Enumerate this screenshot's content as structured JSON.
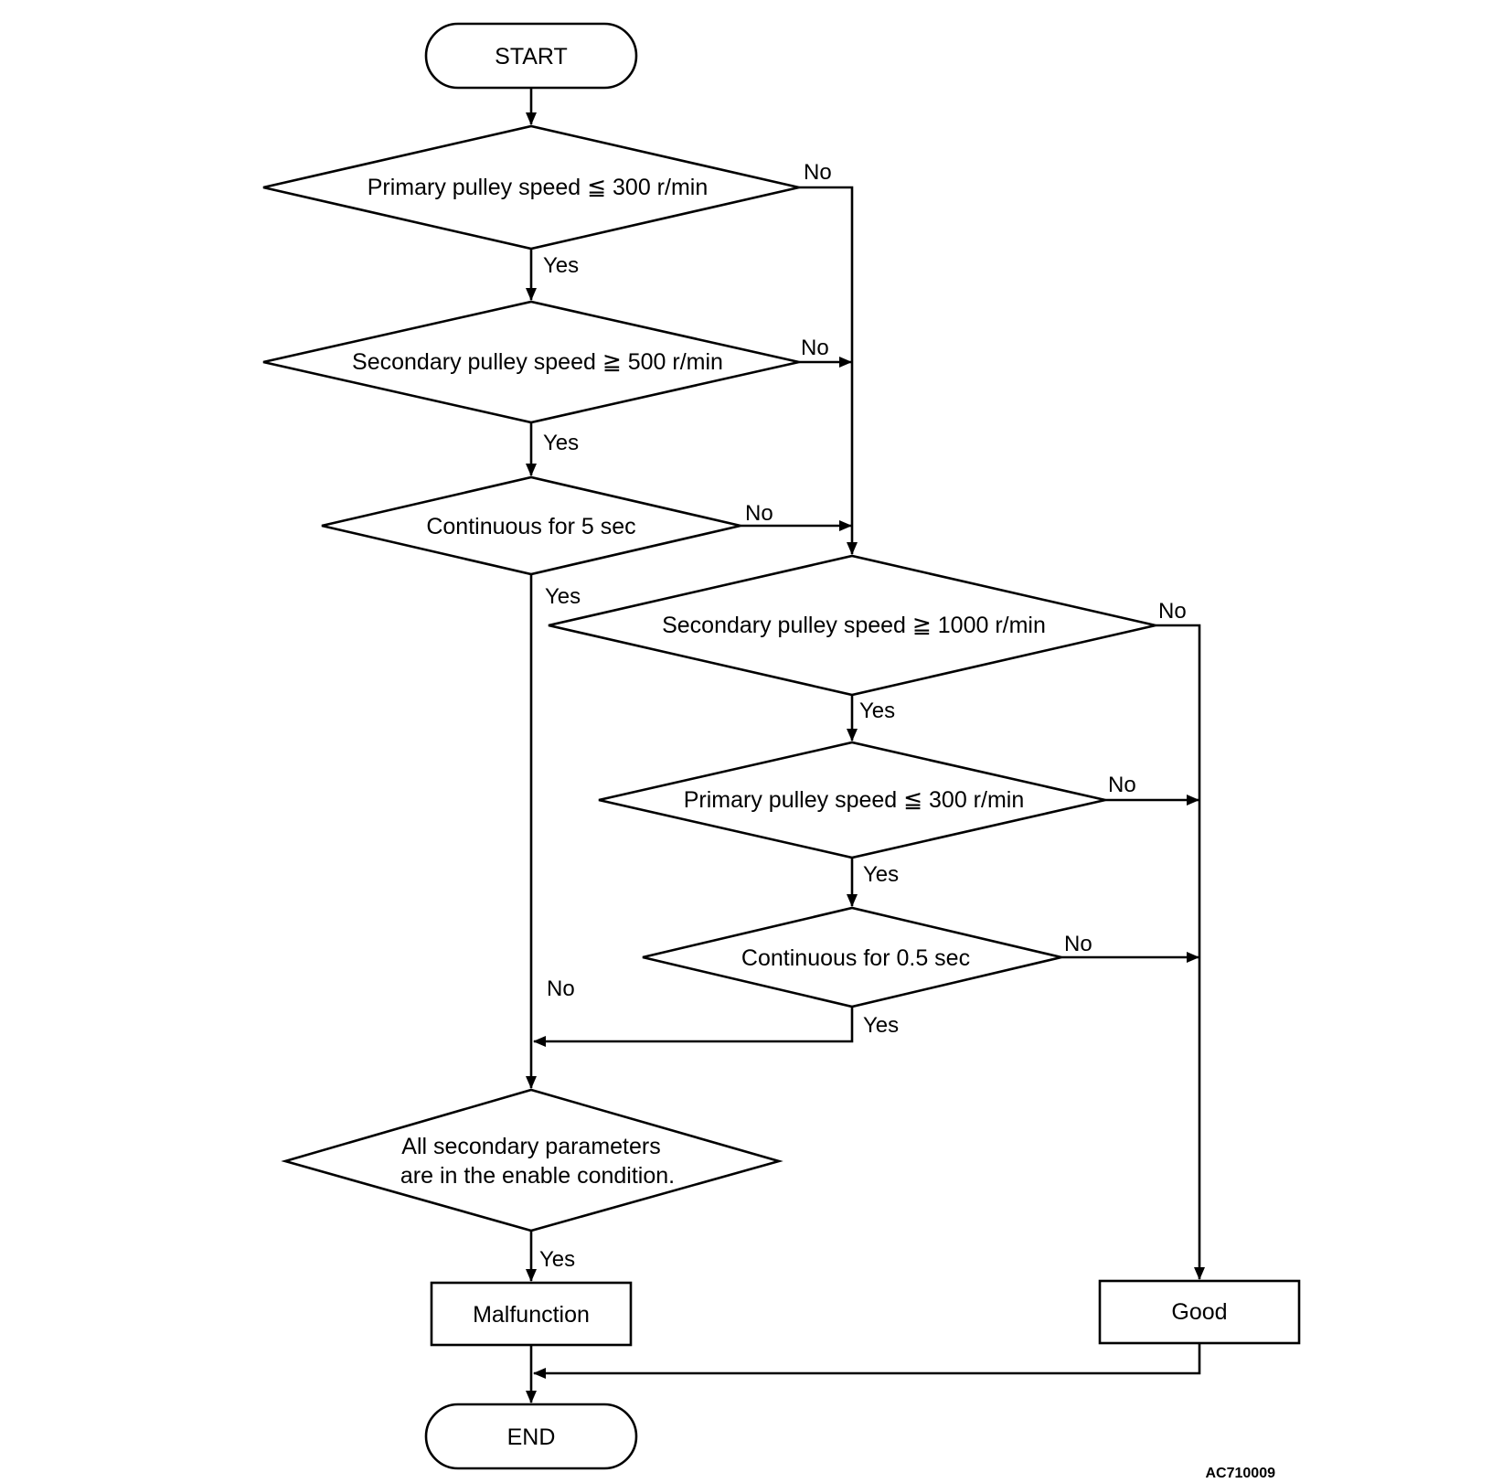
{
  "nodes": {
    "start": "START",
    "d1": "Primary pulley speed ≦ 300 r/min",
    "d2": "Secondary pulley speed ≧ 500 r/min",
    "d3": "Continuous for 5 sec",
    "d4": "Secondary pulley speed ≧ 1000 r/min",
    "d5": "Primary pulley speed ≦ 300 r/min",
    "d6": "Continuous for 0.5 sec",
    "d7_line1": "All secondary parameters",
    "d7_line2": "are in the enable condition.",
    "malfunction": "Malfunction",
    "good": "Good",
    "end": "END"
  },
  "edges": {
    "d1_yes": "Yes",
    "d1_no": "No",
    "d2_yes": "Yes",
    "d2_no": "No",
    "d3_yes": "Yes",
    "d3_no": "No",
    "d4_yes": "Yes",
    "d4_no": "No",
    "d5_yes": "Yes",
    "d5_no": "No",
    "d6_yes": "Yes",
    "d6_no": "No",
    "d7_no": "No",
    "d7_yes": "Yes"
  },
  "figure_code": "AC710009"
}
